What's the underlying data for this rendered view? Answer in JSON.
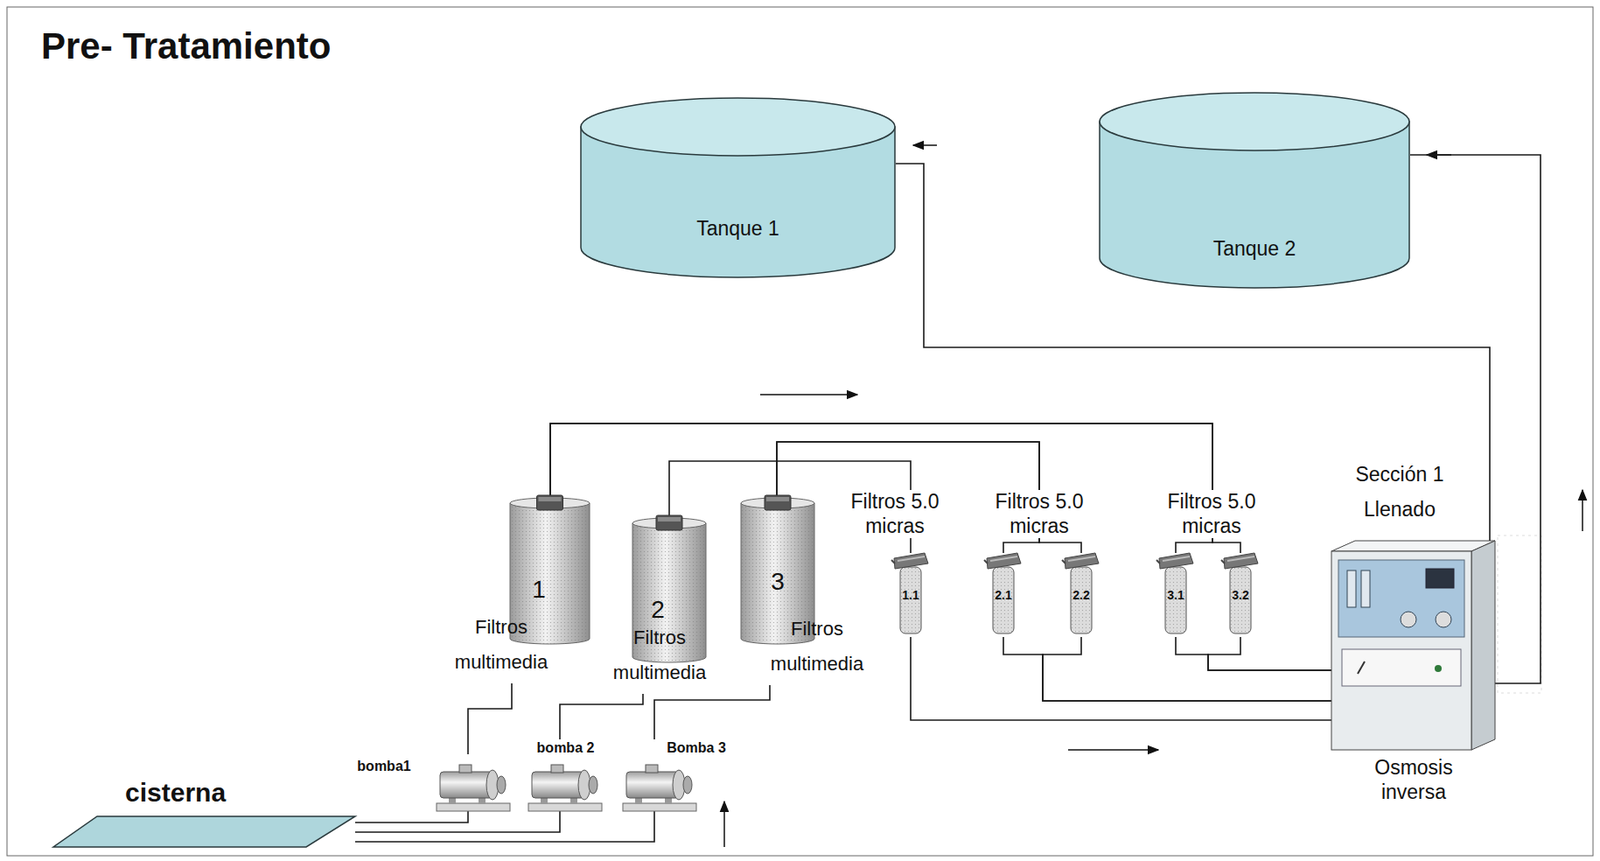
{
  "diagram": {
    "title": "Pre- Tratamiento",
    "nodes": [
      {
        "text": [
          "Tanque 1"
        ]
      },
      {
        "text": [
          "Tanque 2"
        ]
      },
      {
        "text": [
          "1",
          "Filtros multimedia"
        ]
      },
      {
        "text": [
          "2",
          "Filtros multimedia"
        ]
      },
      {
        "text": [
          "3",
          "Filtros multimedia"
        ]
      },
      {
        "text": [
          "1.1"
        ]
      },
      {
        "text": [
          "2.1"
        ]
      },
      {
        "text": [
          "2.2"
        ]
      },
      {
        "text": [
          "3.1"
        ]
      },
      {
        "text": [
          "3.2"
        ]
      },
      {
        "text": [
          "Sección 1 Llenado",
          "Osmosis inversa"
        ]
      },
      {
        "text": [
          "bomba1"
        ]
      },
      {
        "text": [
          "bomba 2"
        ]
      },
      {
        "text": [
          "Bomba 3"
        ]
      },
      {
        "text": [
          "cisterna"
        ]
      }
    ],
    "edges": [
      {
        "from": 14,
        "to": 11,
        "arrow": "none"
      },
      {
        "from": 14,
        "to": 12,
        "arrow": "none"
      },
      {
        "from": 14,
        "to": 13,
        "arrow": "none"
      },
      {
        "from": 11,
        "to": 2,
        "arrow": "none"
      },
      {
        "from": 12,
        "to": 3,
        "arrow": "none"
      },
      {
        "from": 13,
        "to": 4,
        "arrow": "none"
      },
      {
        "from": 2,
        "to": 8,
        "arrow": "none"
      },
      {
        "from": 2,
        "to": 9,
        "arrow": "none"
      },
      {
        "from": 3,
        "to": 5,
        "arrow": "none"
      },
      {
        "from": 4,
        "to": 6,
        "arrow": "none"
      },
      {
        "from": 4,
        "to": 7,
        "arrow": "none"
      },
      {
        "from": 5,
        "to": 10,
        "arrow": "none"
      },
      {
        "from": 6,
        "to": 10,
        "arrow": "none"
      },
      {
        "from": 7,
        "to": 10,
        "arrow": "none"
      },
      {
        "from": 8,
        "to": 10,
        "arrow": "none"
      },
      {
        "from": 9,
        "to": 10,
        "arrow": "none"
      },
      {
        "from": 10,
        "to": 0,
        "arrow": "none"
      },
      {
        "from": 10,
        "to": 1,
        "arrow": "none"
      }
    ],
    "labels": [
      "Filtros 5.0 micras",
      "Filtros 5.0 micras",
      "Filtros 5.0 micras"
    ]
  }
}
